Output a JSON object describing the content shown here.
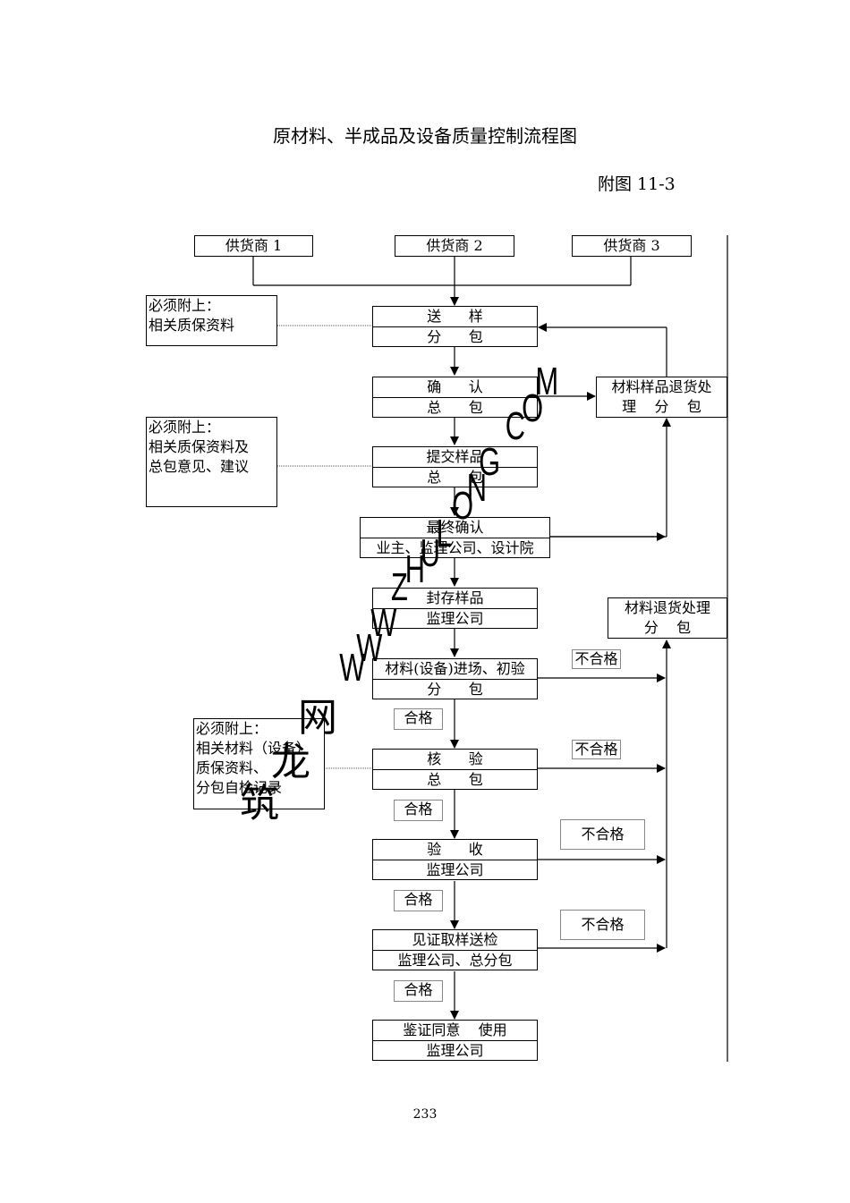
{
  "title": "原材料、半成品及设备质量控制流程图",
  "figure_no": "附图 11-3",
  "page_number": "233",
  "suppliers": [
    "供货商 1",
    "供货商 2",
    "供货商 3"
  ],
  "steps": [
    {
      "top": "送      样",
      "bottom": "分      包"
    },
    {
      "top": "确      认",
      "bottom": "总      包"
    },
    {
      "top": "提交样品",
      "bottom": "总      包"
    },
    {
      "top": "最终确认",
      "bottom": "业主、监理公司、设计院"
    },
    {
      "top": "封存样品",
      "bottom": "监理公司"
    },
    {
      "top": "材料(设备)进场、初验",
      "bottom": "分      包"
    },
    {
      "top": "核      验",
      "bottom": "总      包"
    },
    {
      "top": "验      收",
      "bottom": "监理公司"
    },
    {
      "top": "见证取样送检",
      "bottom": "监理公司、总分包"
    },
    {
      "top": "鉴证同意    使用",
      "bottom": "监理公司"
    }
  ],
  "notes": [
    {
      "lines": [
        "必须附上：",
        "相关质保资料"
      ]
    },
    {
      "lines": [
        "必须附上：",
        "相关质保资料及",
        "总包意见、建议"
      ]
    },
    {
      "lines": [
        "必须附上：",
        "相关材料（设备）",
        "质保资料、",
        "分包自检记录"
      ]
    }
  ],
  "return_sample": {
    "line1": "材料样品退货处",
    "line2": "理    分    包"
  },
  "return_material": {
    "line1": "材料退货处理",
    "line2": "分    包"
  },
  "pass_label": "合格",
  "fail_label": "不合格",
  "watermark": {
    "site": "WWW ZHULONG COM",
    "chars": [
      "网",
      "龙",
      "筑"
    ]
  }
}
